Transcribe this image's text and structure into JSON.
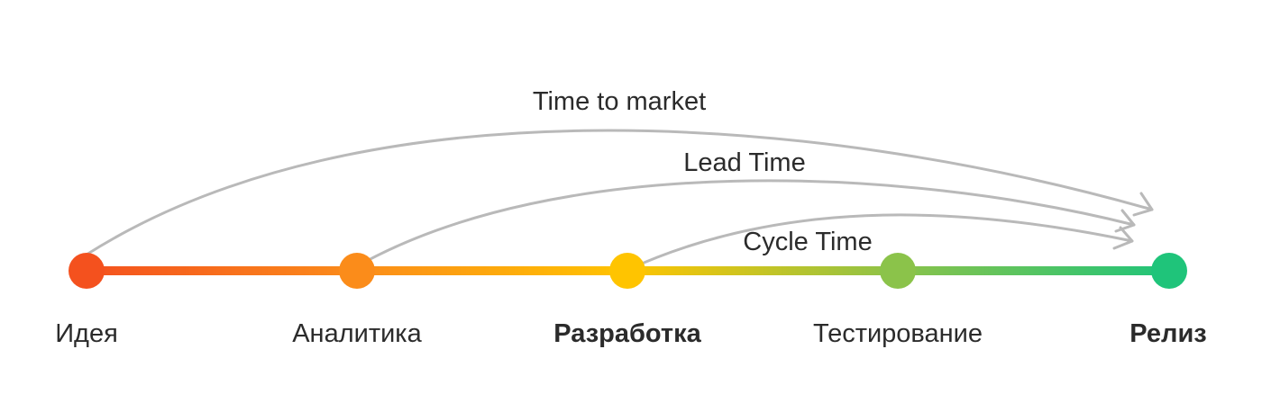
{
  "stages": [
    {
      "label": "Идея",
      "color": "#f4511e",
      "emphasis": false
    },
    {
      "label": "Аналитика",
      "color": "#fb8c1a",
      "emphasis": false
    },
    {
      "label": "Разработка",
      "color": "#ffc400",
      "emphasis": true
    },
    {
      "label": "Тестирование",
      "color": "#8bc34a",
      "emphasis": false
    },
    {
      "label": "Релиз",
      "color": "#1fc47a",
      "emphasis": true
    }
  ],
  "metrics": [
    {
      "label": "Time to market",
      "from_stage": 0,
      "to_stage": 4
    },
    {
      "label": "Lead Time",
      "from_stage": 1,
      "to_stage": 4
    },
    {
      "label": "Cycle Time",
      "from_stage": 2,
      "to_stage": 4
    }
  ],
  "colors": {
    "arrow": "#b9b9b9",
    "text": "#2b2b2b"
  }
}
